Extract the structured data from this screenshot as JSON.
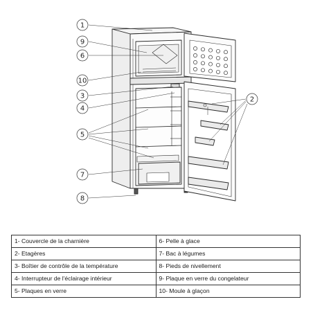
{
  "callouts": [
    "1",
    "9",
    "6",
    "10",
    "3",
    "4",
    "5",
    "7",
    "8",
    "2"
  ],
  "legend": [
    [
      "1- Couvercle de la charnière",
      "6- Pelle à glace"
    ],
    [
      "2- Etagères",
      "7- Bac à légumes"
    ],
    [
      "3- Boîtier de contrôle de la température",
      "8- Pieds de nivellement"
    ],
    [
      "4- Interrupteur de l'éclairage intérieur",
      "9- Plaque en verre du congelateur"
    ],
    [
      "5- Plaques en verre",
      "10- Moule à glaçon"
    ]
  ]
}
